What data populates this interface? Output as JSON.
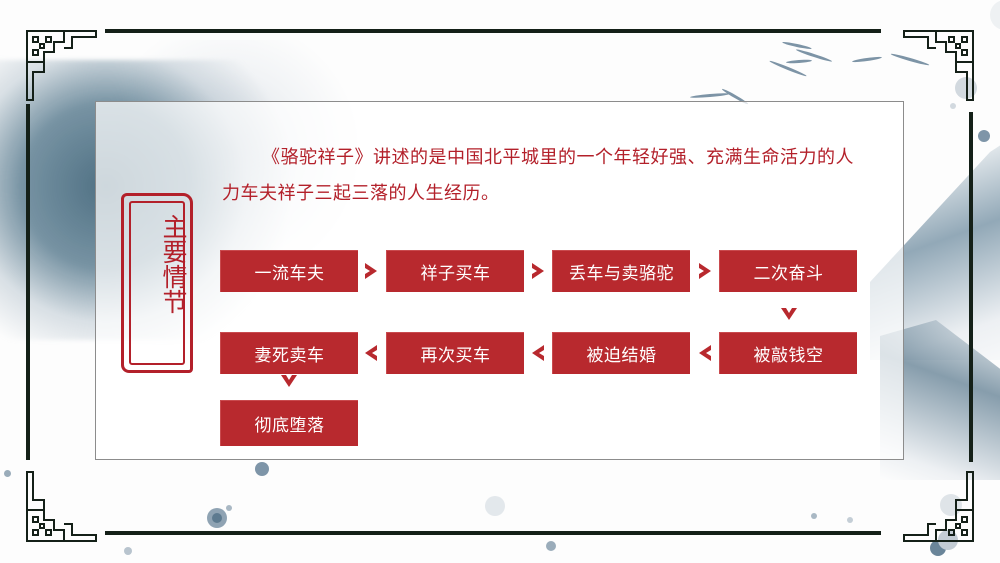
{
  "colors": {
    "accent_red": "#b8292e",
    "text_red": "#b3202a",
    "frame_dark": "#142018",
    "ink_blue": "#5a7f95"
  },
  "seal": {
    "label": "主要情节"
  },
  "intro": {
    "text": "《骆驼祥子》讲述的是中国北平城里的一个年轻好强、充满生命活力的人力车夫祥子三起三落的人生经历。"
  },
  "flow": {
    "steps": [
      {
        "label": "一流车夫"
      },
      {
        "label": "祥子买车"
      },
      {
        "label": "丢车与卖骆驼"
      },
      {
        "label": "二次奋斗"
      },
      {
        "label": "被敲钱空"
      },
      {
        "label": "被迫结婚"
      },
      {
        "label": "再次买车"
      },
      {
        "label": "妻死卖车"
      },
      {
        "label": "彻底堕落"
      }
    ],
    "arrow_icons": [
      "chevron-right",
      "chevron-right",
      "chevron-right",
      "chevron-down",
      "chevron-left",
      "chevron-left",
      "chevron-left",
      "chevron-down"
    ]
  }
}
